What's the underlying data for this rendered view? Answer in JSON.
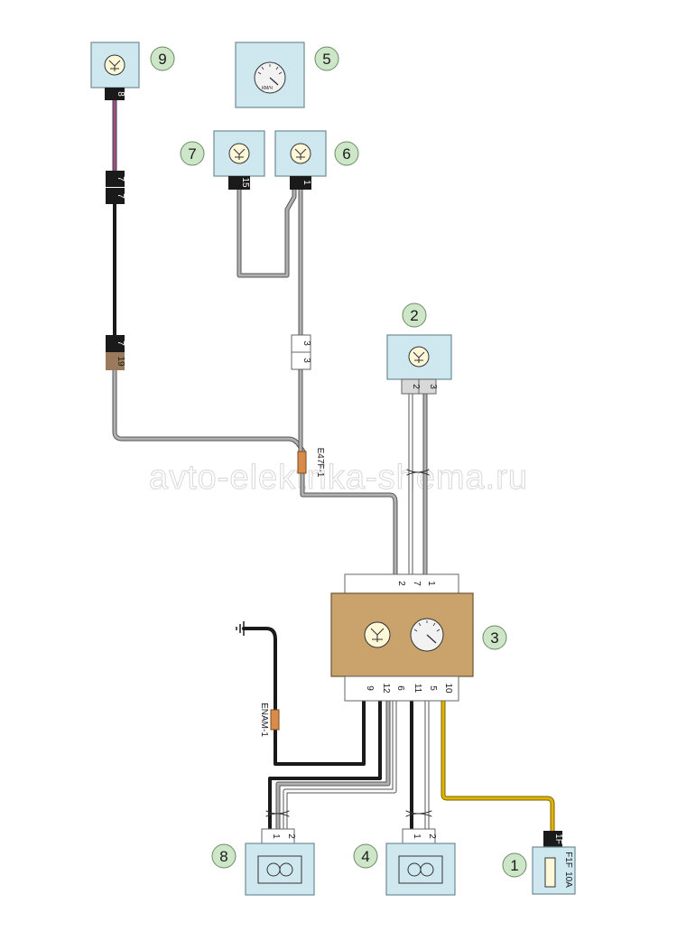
{
  "watermark": "avto-elektrika-shema.ru",
  "components": {
    "c1": {
      "number": "1",
      "pin_label": "1F",
      "fuse_label": "F1F",
      "fuse_rating": "10A"
    },
    "c2": {
      "number": "2",
      "pins": [
        "2",
        "3"
      ]
    },
    "c3": {
      "number": "3",
      "top_pins": [
        "2",
        "7",
        "1"
      ],
      "bottom_pins": [
        "9",
        "12",
        "6",
        "11",
        "5",
        "10"
      ]
    },
    "c4": {
      "number": "4",
      "pins": [
        "1",
        "2"
      ]
    },
    "c5": {
      "number": "5",
      "gauge_unit": "КМ/Ч"
    },
    "c6": {
      "number": "6",
      "pin": "1"
    },
    "c7": {
      "number": "7",
      "pin": "15"
    },
    "c8": {
      "number": "8",
      "pins": [
        "1",
        "2"
      ]
    },
    "c9": {
      "number": "9",
      "pin": "8"
    }
  },
  "connectors": {
    "inline_7_7": [
      "7",
      "7"
    ],
    "inline_7_19": [
      "7",
      "19"
    ],
    "inline_3_3": [
      "3",
      "3"
    ]
  },
  "splices": {
    "e47f": "E47F-1",
    "enam": "ENAM-1"
  },
  "colors": {
    "box_fill": "#cfe8f0",
    "box_stroke": "#6e8a94",
    "cluster_fill": "#c9a36b",
    "circle_fill": "#cde6c8",
    "wire_grey": "#9a9a9a",
    "wire_black": "#1a1a1a",
    "wire_violet": "#9b4f86",
    "wire_yellow": "#e0b400",
    "splice": "#d98c4a"
  }
}
